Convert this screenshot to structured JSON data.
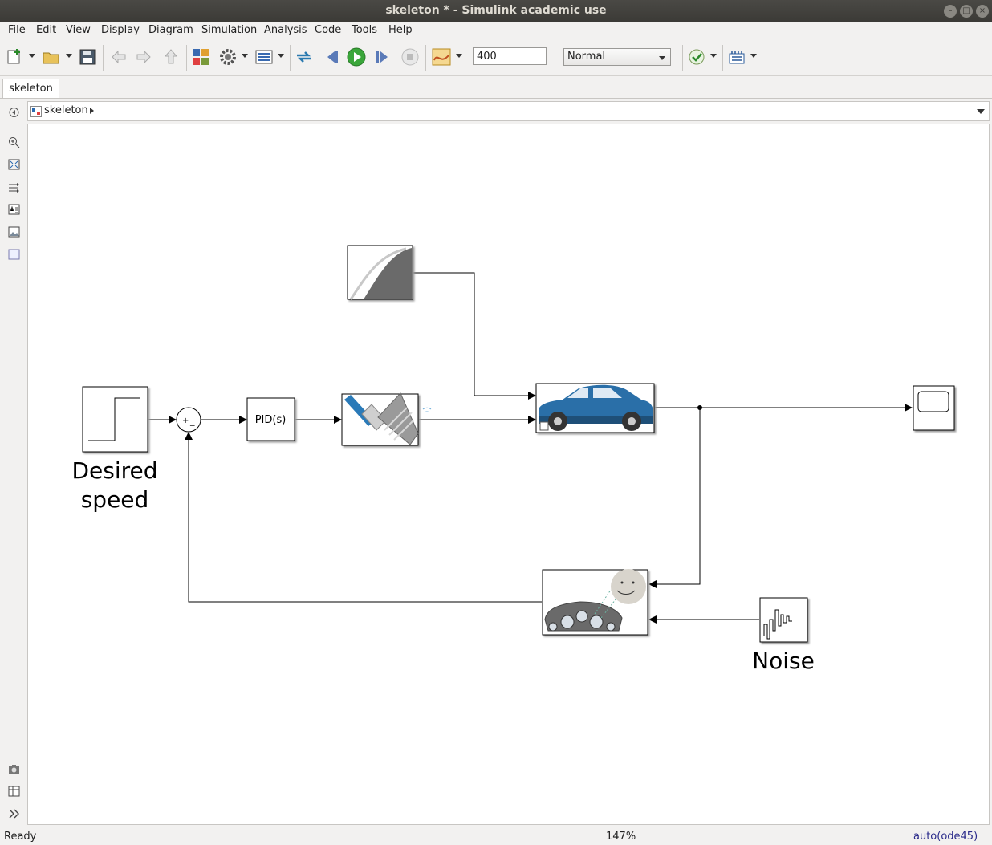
{
  "window": {
    "title": "skeleton * - Simulink academic use"
  },
  "menu": {
    "items": [
      "File",
      "Edit",
      "View",
      "Display",
      "Diagram",
      "Simulation",
      "Analysis",
      "Code",
      "Tools",
      "Help"
    ]
  },
  "toolbar": {
    "stop_time": "400",
    "sim_mode": "Normal"
  },
  "tabs": [
    "skeleton"
  ],
  "breadcrumb": {
    "model": "skeleton"
  },
  "diagram": {
    "sum_plus": "+",
    "sum_minus": "_",
    "pid_label": "PID(s)",
    "step_caption_line1": "Desired",
    "step_caption_line2": "speed",
    "noise_caption": "Noise"
  },
  "status": {
    "state": "Ready",
    "zoom": "147%",
    "solver": "auto(ode45)"
  },
  "colors": {
    "car_blue": "#2a6fa8",
    "car_dark": "#1e4f78",
    "run_green": "#3aa63a"
  }
}
